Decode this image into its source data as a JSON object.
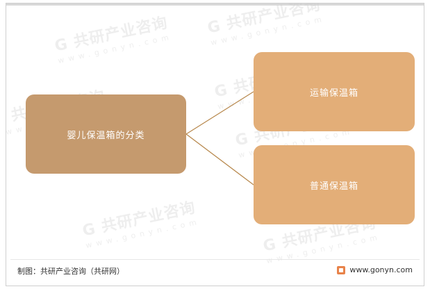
{
  "diagram": {
    "root": {
      "label": "婴儿保温箱的分类"
    },
    "children": [
      {
        "label": "运输保温箱"
      },
      {
        "label": "普通保温箱"
      }
    ]
  },
  "footer": {
    "source": "制图：共研产业咨询（共研网）",
    "website": "www.gonyn.com"
  },
  "watermark": {
    "brand": "共研产业咨询",
    "url": "www.gonyn.com"
  },
  "colors": {
    "root_fill": "#c59a6e",
    "child_fill": "#e3ae78",
    "connector": "#b8894e",
    "logo": "#e8834a"
  }
}
